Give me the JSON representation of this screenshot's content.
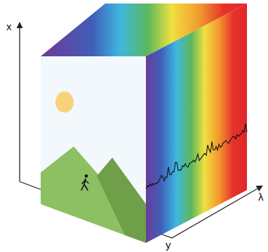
{
  "diagram": {
    "labels": [
      "x",
      "y",
      "λ"
    ]
  }
}
